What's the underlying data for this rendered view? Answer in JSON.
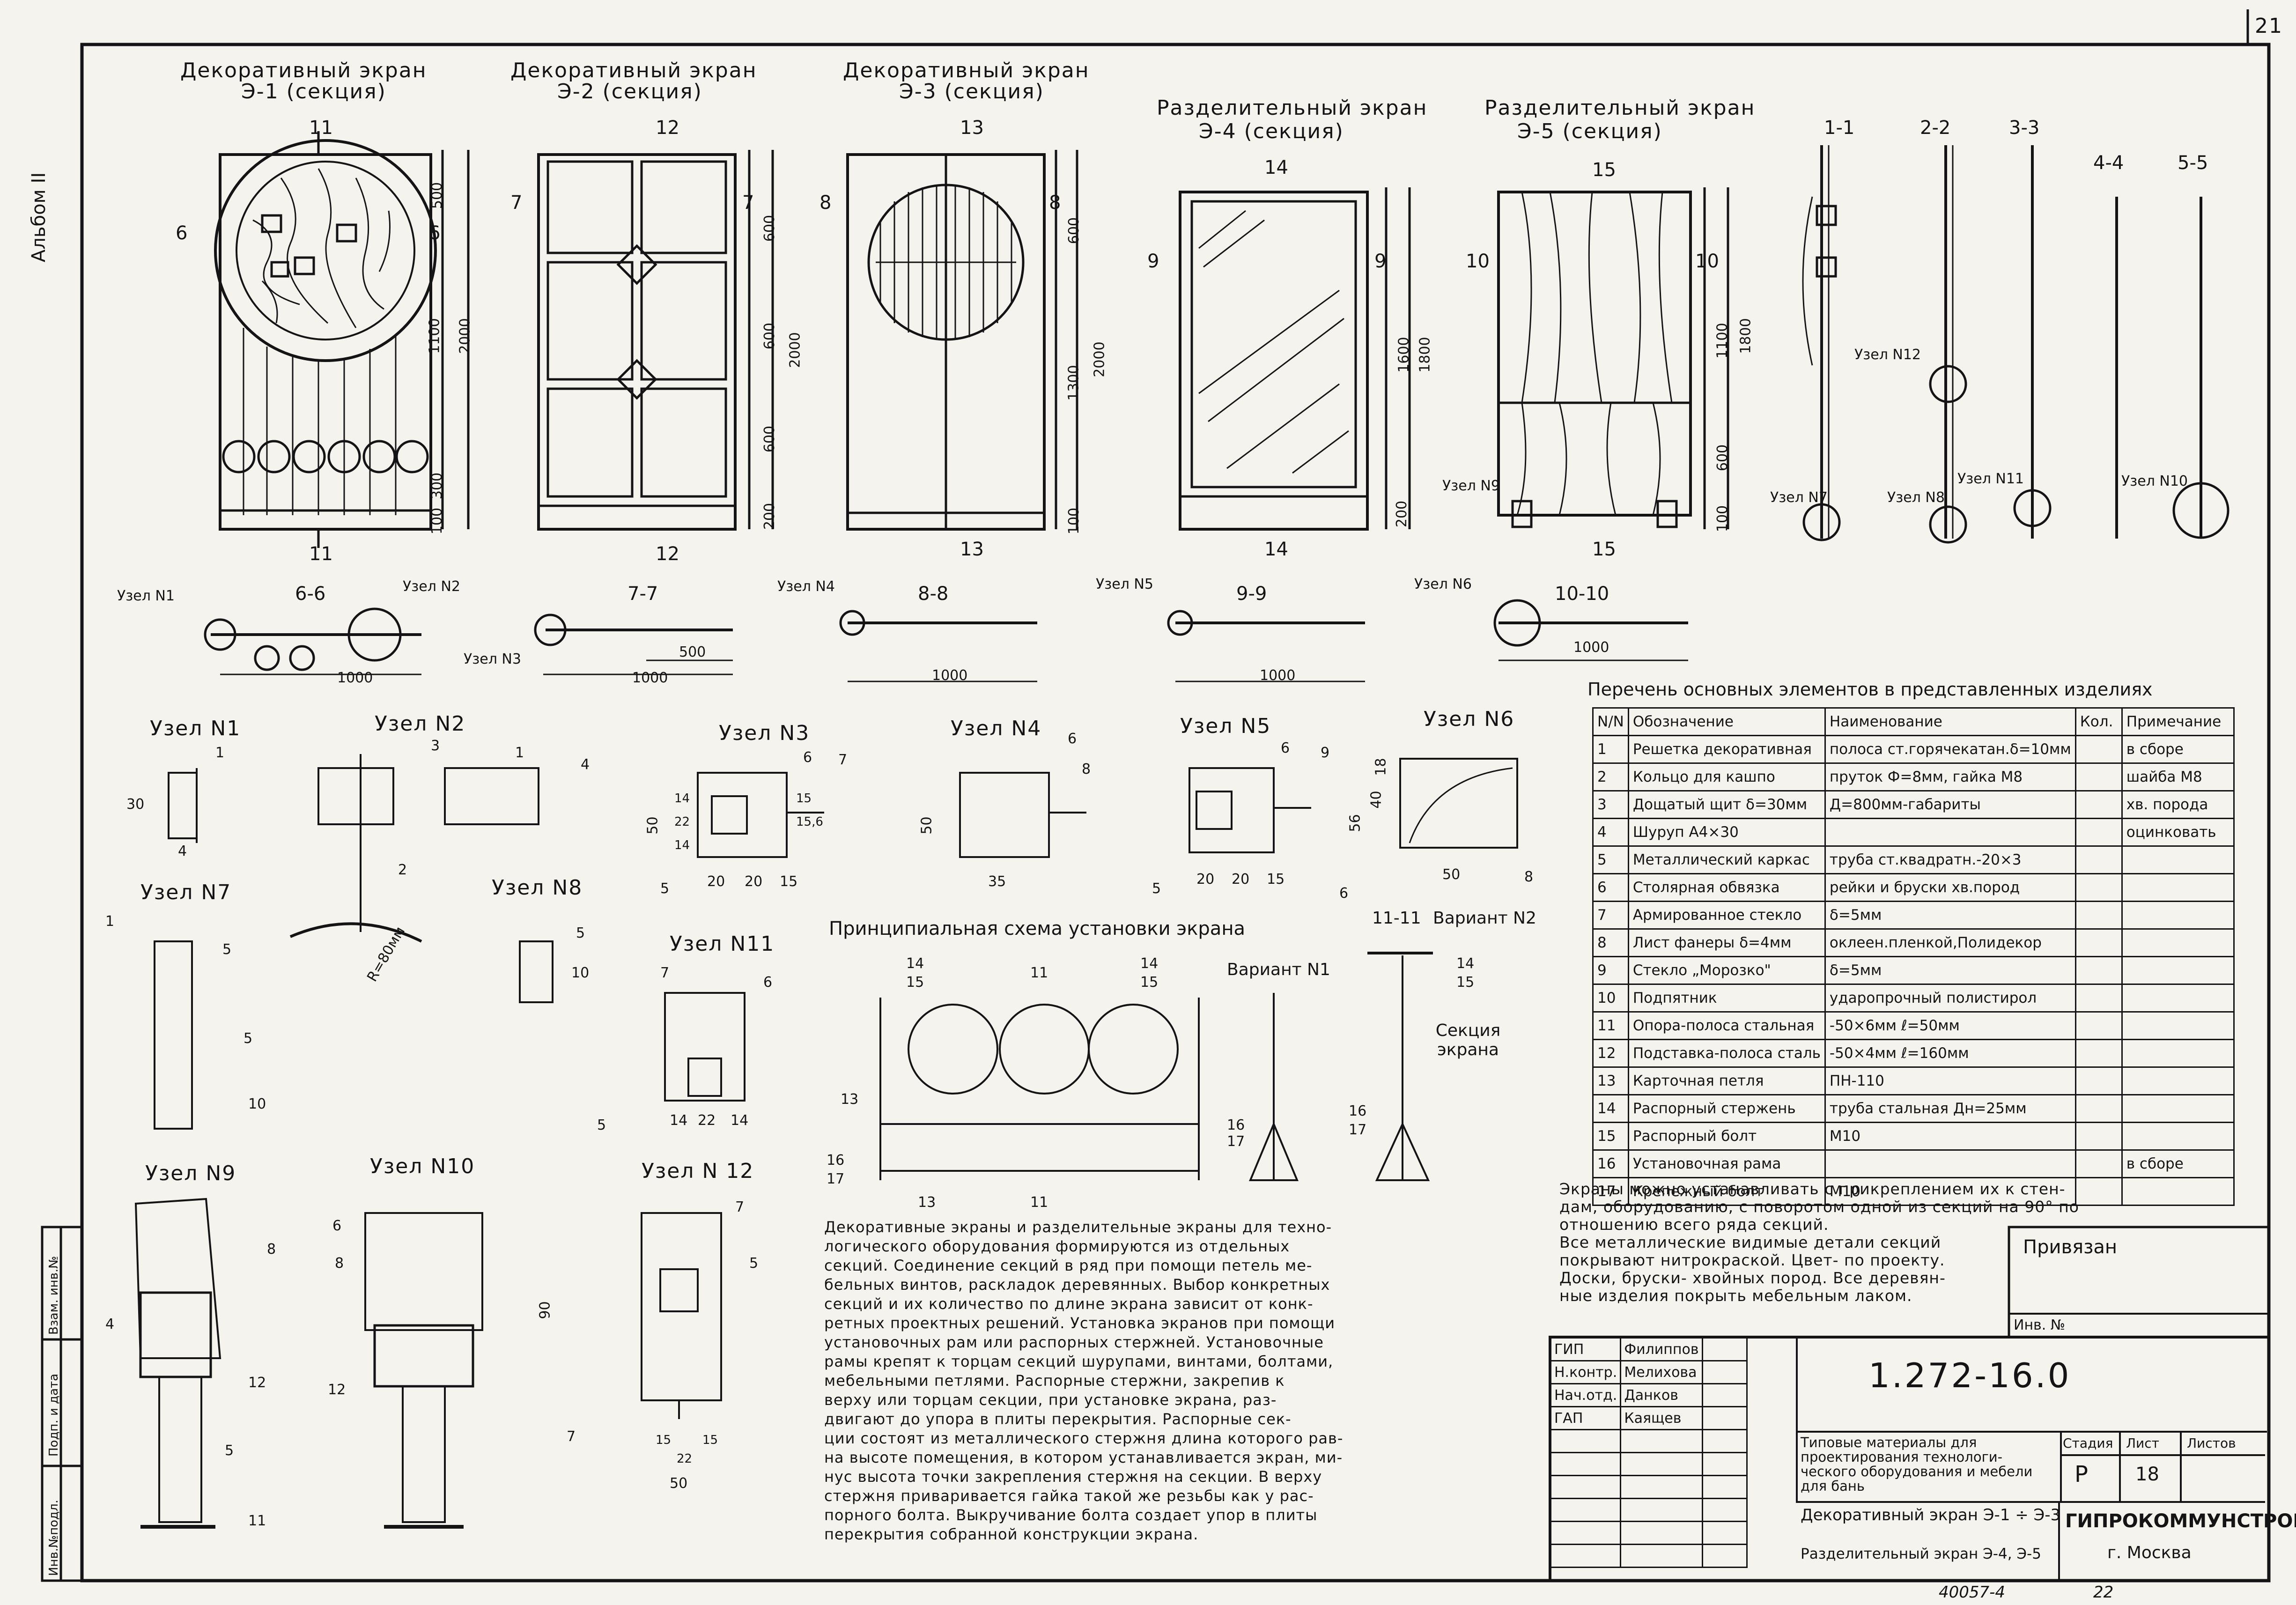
{
  "page_number": "21",
  "album_label": "Альбом II",
  "side_stamp": {
    "inv_no": "Инв.№подл.",
    "sign_date": "Подп. и дата",
    "vzam": "Взам. инв.№"
  },
  "screens": [
    {
      "title": "Декоративный экран",
      "sub": "Э-1 (секция)",
      "cut": "11",
      "left": "6",
      "right": "6",
      "dims": [
        "500",
        "1100",
        "300",
        "100",
        "2000"
      ]
    },
    {
      "title": "Декоративный экран",
      "sub": "Э-2 (секция)",
      "cut": "12",
      "left": "7",
      "right": "7",
      "dims": [
        "600",
        "600",
        "600",
        "200",
        "2000"
      ]
    },
    {
      "title": "Декоративный экран",
      "sub": "Э-3 (секция)",
      "cut": "13",
      "left": "8",
      "right": "8",
      "dims": [
        "600",
        "1300",
        "100",
        "2000"
      ]
    },
    {
      "title": "Разделительный экран",
      "sub": "Э-4 (секция)",
      "cut": "14",
      "left": "9",
      "right": "9",
      "dims": [
        "1600",
        "200",
        "1800"
      ]
    },
    {
      "title": "Разделительный экран",
      "sub": "Э-5 (секция)",
      "cut": "15",
      "left": "10",
      "right": "10",
      "dims": [
        "1100",
        "600",
        "100",
        "1800"
      ]
    }
  ],
  "profiles": [
    "1-1",
    "2-2",
    "3-3",
    "4-4",
    "5-5"
  ],
  "profile_nodes": [
    "Узел N12",
    "Узел N7",
    "Узел N8",
    "Узел N11",
    "Узел N10",
    "Узел N9"
  ],
  "sections": [
    {
      "label": "6-6",
      "nodes": [
        "Узел N1",
        "Узел N2"
      ],
      "dim": "1000"
    },
    {
      "label": "7-7",
      "nodes": [
        "Узел N3"
      ],
      "dim": "1000",
      "dim2": "500"
    },
    {
      "label": "8-8",
      "nodes": [
        "Узел N4"
      ],
      "dim": "1000"
    },
    {
      "label": "9-9",
      "nodes": [
        "Узел N5"
      ],
      "dim": "1000"
    },
    {
      "label": "10-10",
      "nodes": [
        "Узел N6"
      ],
      "dim": "1000"
    }
  ],
  "details": [
    {
      "title": "Узел N1",
      "labels": [
        "1",
        "30",
        "4"
      ]
    },
    {
      "title": "Узел N2",
      "labels": [
        "3",
        "1",
        "4",
        "2",
        "R=80мм"
      ]
    },
    {
      "title": "Узел N3",
      "labels": [
        "6",
        "7",
        "50",
        "14",
        "22",
        "14",
        "15,6",
        "15",
        "5",
        "20",
        "20",
        "15"
      ]
    },
    {
      "title": "Узел N4",
      "labels": [
        "6",
        "8",
        "50",
        "35"
      ]
    },
    {
      "title": "Узел N5",
      "labels": [
        "6",
        "9",
        "5",
        "20",
        "20",
        "15"
      ]
    },
    {
      "title": "Узел N6",
      "labels": [
        "56",
        "40",
        "18",
        "6",
        "50",
        "8"
      ]
    },
    {
      "title": "Узел N7",
      "labels": [
        "1",
        "5",
        "5",
        "10"
      ]
    },
    {
      "title": "Узел N8",
      "labels": [
        "5",
        "10"
      ]
    },
    {
      "title": "Узел N11",
      "labels": [
        "7",
        "6",
        "5",
        "14",
        "22",
        "14"
      ]
    },
    {
      "title": "Узел N9",
      "labels": [
        "8",
        "4",
        "12",
        "5",
        "11"
      ]
    },
    {
      "title": "Узел N10",
      "labels": [
        "6",
        "8",
        "12"
      ]
    },
    {
      "title": "Узел N 12",
      "labels": [
        "7",
        "5",
        "7",
        "90",
        "15",
        "22",
        "15",
        "50"
      ]
    }
  ],
  "scheme": {
    "title": "Принципиальная схема установки экрана",
    "cut": "11",
    "marks": [
      "14",
      "15",
      "16",
      "17",
      "13"
    ],
    "variant1": "Вариант N1",
    "variant2": "Вариант N2",
    "cut2": "11-11",
    "section_label": "Секция экрана"
  },
  "spec": {
    "title": "Перечень основных элементов в представленных изделиях",
    "headers": [
      "N/N",
      "Обозначение",
      "Наименование",
      "Кол.",
      "Примечание"
    ],
    "rows": [
      [
        "1",
        "Решетка декоративная",
        "полоса ст.горячекатан.δ=10мм",
        "",
        "в сборе"
      ],
      [
        "2",
        "Кольцо для кашпо",
        "пруток Ф=8мм, гайка М8",
        "",
        "шайба М8"
      ],
      [
        "3",
        "Дощатый щит δ=30мм",
        "Д=800мм-габариты",
        "",
        "хв. порода"
      ],
      [
        "4",
        "Шуруп А4×30",
        "",
        "",
        "оцинковать"
      ],
      [
        "5",
        "Металлический каркас",
        "труба ст.квадратн.-20×3",
        "",
        ""
      ],
      [
        "6",
        "Столярная обвязка",
        "рейки и бруски хв.пород",
        "",
        ""
      ],
      [
        "7",
        "Армированное стекло",
        "δ=5мм",
        "",
        ""
      ],
      [
        "8",
        "Лист фанеры δ=4мм",
        "оклеен.пленкой,Полидекор",
        "",
        ""
      ],
      [
        "9",
        "Стекло „Морозко\"",
        "δ=5мм",
        "",
        ""
      ],
      [
        "10",
        "Подпятник",
        "ударопрочный полистирол",
        "",
        ""
      ],
      [
        "11",
        "Опора-полоса стальная",
        "-50×6мм  ℓ=50мм",
        "",
        ""
      ],
      [
        "12",
        "Подставка-полоса сталь",
        "-50×4мм  ℓ=160мм",
        "",
        ""
      ],
      [
        "13",
        "Карточная петля",
        "ПН-110",
        "",
        ""
      ],
      [
        "14",
        "Распорный стержень",
        "труба стальная Дн=25мм",
        "",
        ""
      ],
      [
        "15",
        "Распорный болт",
        "М10",
        "",
        ""
      ],
      [
        "16",
        "Установочная рама",
        "",
        "",
        "в сборе"
      ],
      [
        "17",
        "Крепежный болт",
        "М10",
        "",
        ""
      ]
    ]
  },
  "note_right": "Экраны можно устанавливать с прикреплением их к стен-\nдам, оборудованию, с поворотом одной из секций на 90° по\nотношению всего ряда секций.\nВсе металлические видимые детали секций\nпокрывают нитрокраской. Цвет- по проекту.\nДоски, бруски- хвойных пород. Все деревян-\nные изделия покрыть мебельным лаком.",
  "note_main": "Декоративные экраны и разделительные экраны для техно-\nлогического оборудования формируются из отдельных\nсекций. Соединение секций в ряд при помощи петель ме-\nбельных винтов, раскладок деревянных. Выбор конкретных\nсекций и их количество по длине экрана зависит от конк-\nретных проектных решений. Установка экранов при помощи\nустановочных рам или распорных стержней. Установочные\nрамы крепят к торцам секций шурупами, винтами, болтами,\nмебельными петлями. Распорные стержни, закрепив к\nверху или торцам секции, при установке экрана, раз-\nдвигают до упора в плиты перекрытия. Распорные сек-\nции состоят из металлического стержня длина которого рав-\nна высоте помещения, в котором устанавливается экран, ми-\nнус высота точки закрепления стержня на секции. В верху\nстержня приваривается гайка такой же резьбы как у рас-\nпорного болта. Выкручивание болта создает упор в плиты\nперекрытия собранной конструкции экрана.",
  "privyazan": {
    "label": "Привязан",
    "inv": "Инв. №"
  },
  "stamp": {
    "roles": [
      [
        "ГИП",
        "Филиппов"
      ],
      [
        "Н.контр.",
        "Мелихова"
      ],
      [
        "Нач.отд.",
        "Данков"
      ],
      [
        "ГАП",
        "Каящев"
      ]
    ],
    "code": "1.272-16.0",
    "description": "Типовые материалы для проектирования технологи-ческого оборудования и мебели для бань",
    "stage_h": "Стадия",
    "sheet_h": "Лист",
    "sheets_h": "Листов",
    "stage": "Р",
    "sheet": "18",
    "drawing_title_1": "Декоративный экран Э-1 ÷ Э-3",
    "drawing_title_2": "Разделительный экран Э-4, Э-5",
    "org": "ГИПРОКОММУНСТРОЙ",
    "city": "г. Москва",
    "footer_code": "40057-4",
    "footer_num": "22"
  }
}
